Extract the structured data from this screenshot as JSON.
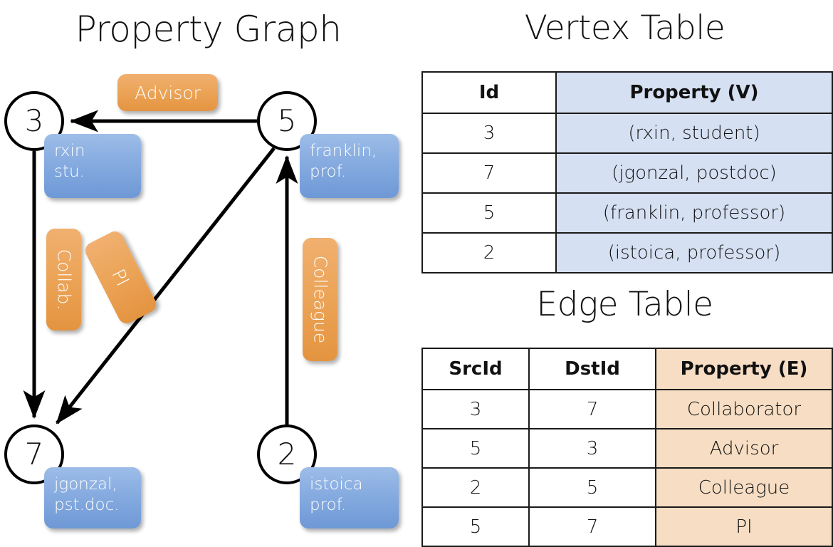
{
  "titles": {
    "property_graph": "Property Graph",
    "vertex_table": "Vertex Table",
    "edge_table": "Edge Table"
  },
  "colors": {
    "vertex_property_fill": "#d5e0f2",
    "edge_property_fill": "#f6ddc3",
    "vertex_chip": "#86abe0",
    "edge_chip": "#eca559",
    "stroke": "#000000",
    "background": "#ffffff"
  },
  "graph": {
    "nodes": [
      {
        "id": "3",
        "chip_line1": "rxin",
        "chip_line2": "stu."
      },
      {
        "id": "5",
        "chip_line1": "franklin,",
        "chip_line2": "prof."
      },
      {
        "id": "7",
        "chip_line1": "jgonzal,",
        "chip_line2": "pst.doc."
      },
      {
        "id": "2",
        "chip_line1": "istoica",
        "chip_line2": "prof."
      }
    ],
    "edge_labels": {
      "advisor": "Advisor",
      "collaborator": "Collab.",
      "pi": "PI",
      "colleague": "Colleague"
    },
    "edges": [
      {
        "from": "5",
        "to": "3",
        "label": "Advisor"
      },
      {
        "from": "3",
        "to": "7",
        "label": "Collab."
      },
      {
        "from": "5",
        "to": "7",
        "label": "PI"
      },
      {
        "from": "2",
        "to": "5",
        "label": "Colleague"
      }
    ]
  },
  "vertex_table": {
    "headers": [
      "Id",
      "Property (V)"
    ],
    "rows": [
      {
        "id": "3",
        "property": "(rxin, student)"
      },
      {
        "id": "7",
        "property": "(jgonzal, postdoc)"
      },
      {
        "id": "5",
        "property": "(franklin, professor)"
      },
      {
        "id": "2",
        "property": "(istoica, professor)"
      }
    ]
  },
  "edge_table": {
    "headers": [
      "SrcId",
      "DstId",
      "Property (E)"
    ],
    "rows": [
      {
        "src": "3",
        "dst": "7",
        "property": "Collaborator"
      },
      {
        "src": "5",
        "dst": "3",
        "property": "Advisor"
      },
      {
        "src": "2",
        "dst": "5",
        "property": "Colleague"
      },
      {
        "src": "5",
        "dst": "7",
        "property": "PI"
      }
    ]
  }
}
